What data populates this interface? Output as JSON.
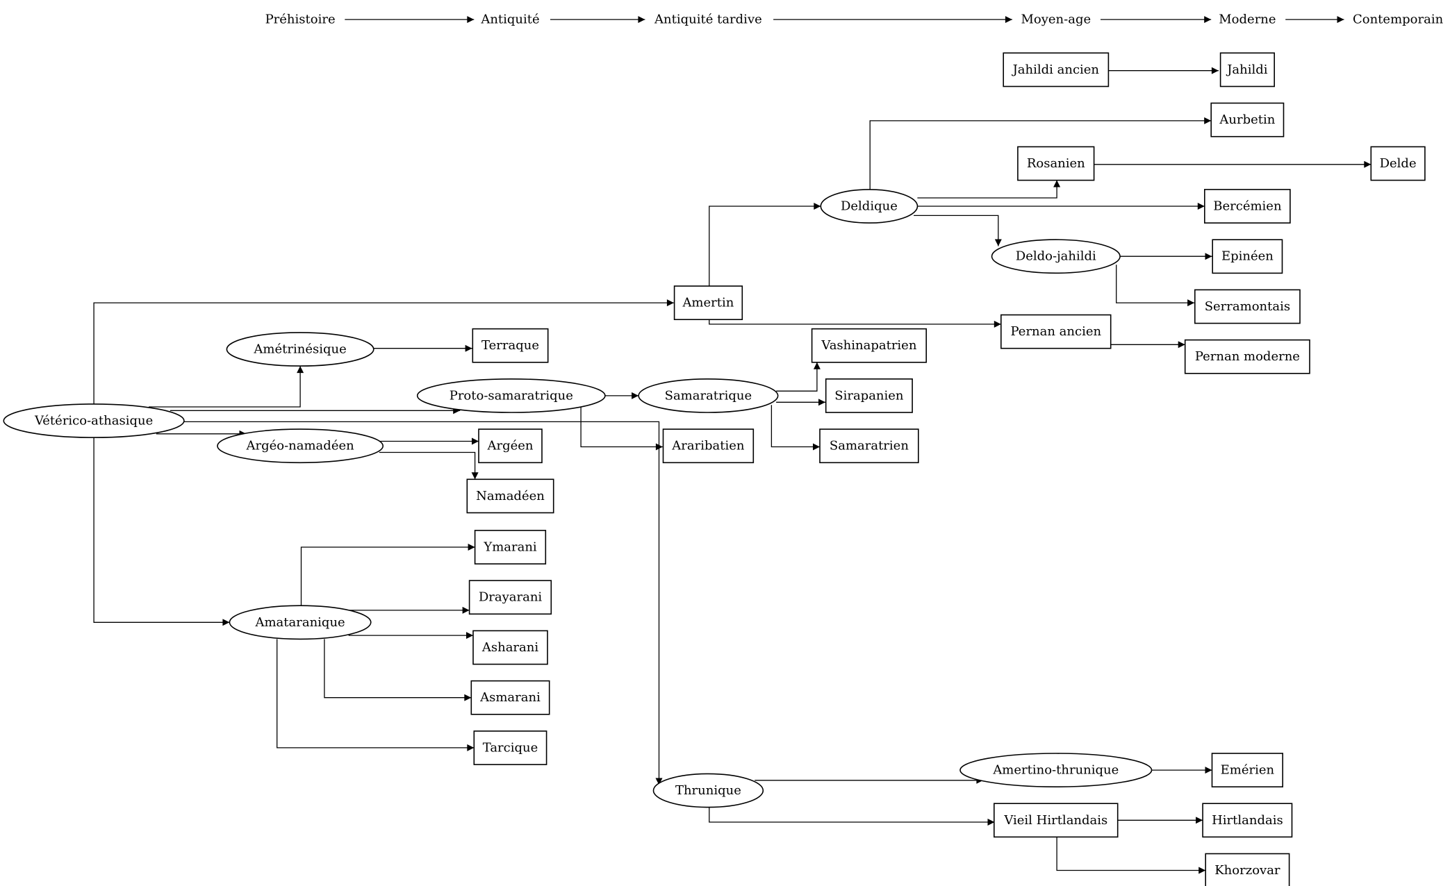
{
  "timeline": [
    {
      "id": "t0",
      "label": "Préhistoire"
    },
    {
      "id": "t1",
      "label": "Antiquité"
    },
    {
      "id": "t2",
      "label": "Antiquité tardive"
    },
    {
      "id": "t3",
      "label": "Moyen-age"
    },
    {
      "id": "t4",
      "label": "Moderne"
    },
    {
      "id": "t5",
      "label": "Contemporain"
    }
  ],
  "nodes": [
    {
      "id": "veterico",
      "label": "Vétérico-athasique",
      "shape": "ellipse"
    },
    {
      "id": "ametri",
      "label": "Amétrinésique",
      "shape": "ellipse"
    },
    {
      "id": "argeo",
      "label": "Argéo-namadéen",
      "shape": "ellipse"
    },
    {
      "id": "amata",
      "label": "Amataranique",
      "shape": "ellipse"
    },
    {
      "id": "protosam",
      "label": "Proto-samaratrique",
      "shape": "ellipse"
    },
    {
      "id": "samar",
      "label": "Samaratrique",
      "shape": "ellipse"
    },
    {
      "id": "deldique",
      "label": "Deldique",
      "shape": "ellipse"
    },
    {
      "id": "deldoj",
      "label": "Deldo-jahildi",
      "shape": "ellipse"
    },
    {
      "id": "thrun",
      "label": "Thrunique",
      "shape": "ellipse"
    },
    {
      "id": "amerthr",
      "label": "Amertino-thrunique",
      "shape": "ellipse"
    },
    {
      "id": "terraque",
      "label": "Terraque",
      "shape": "box"
    },
    {
      "id": "argeen",
      "label": "Argéen",
      "shape": "box"
    },
    {
      "id": "namadeen",
      "label": "Namadéen",
      "shape": "box"
    },
    {
      "id": "ymarani",
      "label": "Ymarani",
      "shape": "box"
    },
    {
      "id": "drayarani",
      "label": "Drayarani",
      "shape": "box"
    },
    {
      "id": "asharani",
      "label": "Asharani",
      "shape": "box"
    },
    {
      "id": "asmarani",
      "label": "Asmarani",
      "shape": "box"
    },
    {
      "id": "tarcique",
      "label": "Tarcique",
      "shape": "box"
    },
    {
      "id": "amertin",
      "label": "Amertin",
      "shape": "box"
    },
    {
      "id": "araribatien",
      "label": "Araribatien",
      "shape": "box"
    },
    {
      "id": "vashina",
      "label": "Vashinapatrien",
      "shape": "box"
    },
    {
      "id": "sirapanien",
      "label": "Sirapanien",
      "shape": "box"
    },
    {
      "id": "samaratrien",
      "label": "Samaratrien",
      "shape": "box"
    },
    {
      "id": "jahildianc",
      "label": "Jahildi ancien",
      "shape": "box"
    },
    {
      "id": "rosanien",
      "label": "Rosanien",
      "shape": "box"
    },
    {
      "id": "pernananc",
      "label": "Pernan ancien",
      "shape": "box"
    },
    {
      "id": "vieilhirt",
      "label": "Vieil Hirtlandais",
      "shape": "box"
    },
    {
      "id": "jahildi",
      "label": "Jahildi",
      "shape": "box"
    },
    {
      "id": "aurbetin",
      "label": "Aurbetin",
      "shape": "box"
    },
    {
      "id": "bercemien",
      "label": "Bercémien",
      "shape": "box"
    },
    {
      "id": "epineen",
      "label": "Epinéen",
      "shape": "box"
    },
    {
      "id": "serramontais",
      "label": "Serramontais",
      "shape": "box"
    },
    {
      "id": "pernanmod",
      "label": "Pernan moderne",
      "shape": "box"
    },
    {
      "id": "emerien",
      "label": "Emérien",
      "shape": "box"
    },
    {
      "id": "hirtlandais",
      "label": "Hirtlandais",
      "shape": "box"
    },
    {
      "id": "khorzovar",
      "label": "Khorzovar",
      "shape": "box"
    },
    {
      "id": "delde",
      "label": "Delde",
      "shape": "box"
    }
  ],
  "edges": [
    [
      "t0",
      "t1"
    ],
    [
      "t1",
      "t2"
    ],
    [
      "t2",
      "t3"
    ],
    [
      "t3",
      "t4"
    ],
    [
      "t4",
      "t5"
    ],
    [
      "veterico",
      "amertin"
    ],
    [
      "veterico",
      "ametri"
    ],
    [
      "veterico",
      "protosam"
    ],
    [
      "veterico",
      "argeo"
    ],
    [
      "veterico",
      "thrun"
    ],
    [
      "veterico",
      "amata"
    ],
    [
      "ametri",
      "terraque"
    ],
    [
      "argeo",
      "argeen"
    ],
    [
      "argeo",
      "namadeen"
    ],
    [
      "amata",
      "ymarani"
    ],
    [
      "amata",
      "drayarani"
    ],
    [
      "amata",
      "asharani"
    ],
    [
      "amata",
      "asmarani"
    ],
    [
      "amata",
      "tarcique"
    ],
    [
      "protosam",
      "samar"
    ],
    [
      "protosam",
      "araribatien"
    ],
    [
      "samar",
      "vashina"
    ],
    [
      "samar",
      "sirapanien"
    ],
    [
      "samar",
      "samaratrien"
    ],
    [
      "amertin",
      "deldique"
    ],
    [
      "amertin",
      "pernananc"
    ],
    [
      "deldique",
      "aurbetin"
    ],
    [
      "deldique",
      "rosanien"
    ],
    [
      "deldique",
      "bercemien"
    ],
    [
      "deldique",
      "deldoj"
    ],
    [
      "deldoj",
      "epineen"
    ],
    [
      "deldoj",
      "serramontais"
    ],
    [
      "jahildianc",
      "jahildi"
    ],
    [
      "rosanien",
      "delde"
    ],
    [
      "pernananc",
      "pernanmod"
    ],
    [
      "thrun",
      "amerthr"
    ],
    [
      "thrun",
      "vieilhirt"
    ],
    [
      "amerthr",
      "emerien"
    ],
    [
      "vieilhirt",
      "hirtlandais"
    ],
    [
      "vieilhirt",
      "khorzovar"
    ]
  ]
}
